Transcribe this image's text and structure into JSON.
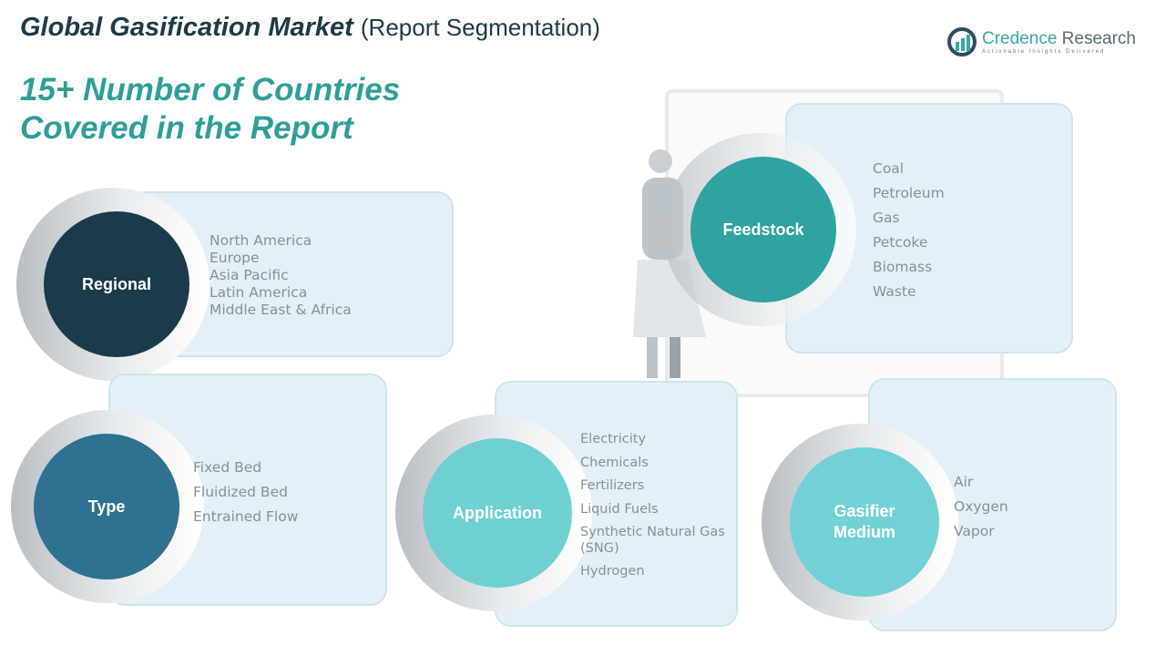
{
  "header": {
    "title": "Global Gasification Market",
    "title_paren": "(Report Segmentation)",
    "headline_line1": "15+ Number of Countries",
    "headline_line2": "Covered in the Report"
  },
  "logo": {
    "brand_part1": "Credence",
    "brand_part2": " Research",
    "tagline": "Actionable Insights Delivered"
  },
  "colors": {
    "regional": "#1b3a4b",
    "type": "#2e7190",
    "application": "#6fd0d2",
    "feedstock": "#2ea39f",
    "gasifier": "#72d1d5",
    "card_bg": "#e4f0f7",
    "headline": "#2e9e98"
  },
  "segments": {
    "regional": {
      "label": "Regional",
      "items": [
        "North America",
        "Europe",
        "Asia Pacific",
        "Latin America",
        "Middle East & Africa"
      ]
    },
    "feedstock": {
      "label": "Feedstock",
      "items": [
        "Coal",
        "Petroleum",
        "Gas",
        "Petcoke",
        "Biomass",
        "Waste"
      ]
    },
    "type": {
      "label": "Type",
      "items": [
        "Fixed Bed",
        "Fluidized Bed",
        "Entrained Flow"
      ]
    },
    "application": {
      "label": "Application",
      "items": [
        "Electricity",
        "Chemicals",
        "Fertilizers",
        "Liquid Fuels",
        "Synthetic Natural Gas",
        "(SNG)",
        "Hydrogen"
      ]
    },
    "gasifier": {
      "label_line1": "Gasifier",
      "label_line2": "Medium",
      "items": [
        "Air",
        "Oxygen",
        "Vapor"
      ]
    }
  }
}
